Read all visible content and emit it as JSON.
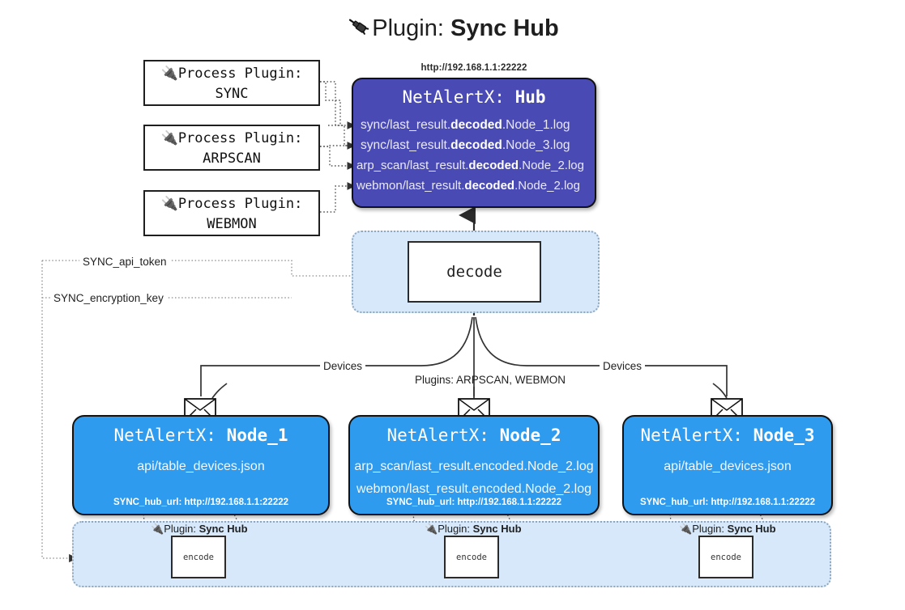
{
  "title": {
    "icon": "plug-icon",
    "prefix": "Plugin:",
    "name": "Sync Hub"
  },
  "process_plugins": [
    {
      "icon": "plug-icon",
      "line1": "Process Plugin:",
      "line2": "SYNC"
    },
    {
      "icon": "plug-icon",
      "line1": "Process Plugin:",
      "line2": "ARPSCAN"
    },
    {
      "icon": "plug-icon",
      "line1": "Process Plugin:",
      "line2": "WEBMON"
    }
  ],
  "hub": {
    "url": "http://192.168.1.1:22222",
    "title_prefix": "NetAlertX:",
    "title_name": "Hub",
    "lines": [
      {
        "pre": "sync/last_result.",
        "mid": "decoded",
        "post": ".Node_1.log"
      },
      {
        "pre": "sync/last_result.",
        "mid": "decoded",
        "post": ".Node_3.log"
      },
      {
        "pre": "arp_scan/last_result.",
        "mid": "decoded",
        "post": ".Node_2.log"
      },
      {
        "pre": "webmon/last_result.",
        "mid": "decoded",
        "post": ".Node_2.log"
      }
    ]
  },
  "decode": {
    "label": "decode"
  },
  "secrets": {
    "api_token": "SYNC_api_token",
    "encryption_key": "SYNC_encryption_key"
  },
  "edge_labels": {
    "devices_left": "Devices",
    "devices_right": "Devices",
    "plugins_center": "Plugins: ARPSCAN, WEBMON"
  },
  "nodes": [
    {
      "title_prefix": "NetAlertX:",
      "title_name": "Node_1",
      "lines": [
        "api/table_devices.json"
      ],
      "footer": "SYNC_hub_url: http://192.168.1.1:22222",
      "icon": "envelope-icon"
    },
    {
      "title_prefix": "NetAlertX:",
      "title_name": "Node_2",
      "lines": [
        "arp_scan/last_result.encoded.Node_2.log",
        "webmon/last_result.encoded.Node_2.log"
      ],
      "footer": "SYNC_hub_url: http://192.168.1.1:22222",
      "icon": "envelope-icon"
    },
    {
      "title_prefix": "NetAlertX:",
      "title_name": "Node_3",
      "lines": [
        "api/table_devices.json"
      ],
      "footer": "SYNC_hub_url: http://192.168.1.1:22222",
      "icon": "envelope-icon"
    }
  ],
  "encoders": [
    {
      "icon": "plug-icon",
      "label_prefix": "Plugin:",
      "label_name": "Sync Hub",
      "box": "encode"
    },
    {
      "icon": "plug-icon",
      "label_prefix": "Plugin:",
      "label_name": "Sync Hub",
      "box": "encode"
    },
    {
      "icon": "plug-icon",
      "label_prefix": "Plugin:",
      "label_name": "Sync Hub",
      "box": "encode"
    }
  ],
  "colors": {
    "hub_fill": "#4a4ab5",
    "node_fill": "#2e9bee",
    "container_fill": "#d6e8fa",
    "container_border": "#8fa8bd",
    "stroke": "#1f1f1f"
  }
}
